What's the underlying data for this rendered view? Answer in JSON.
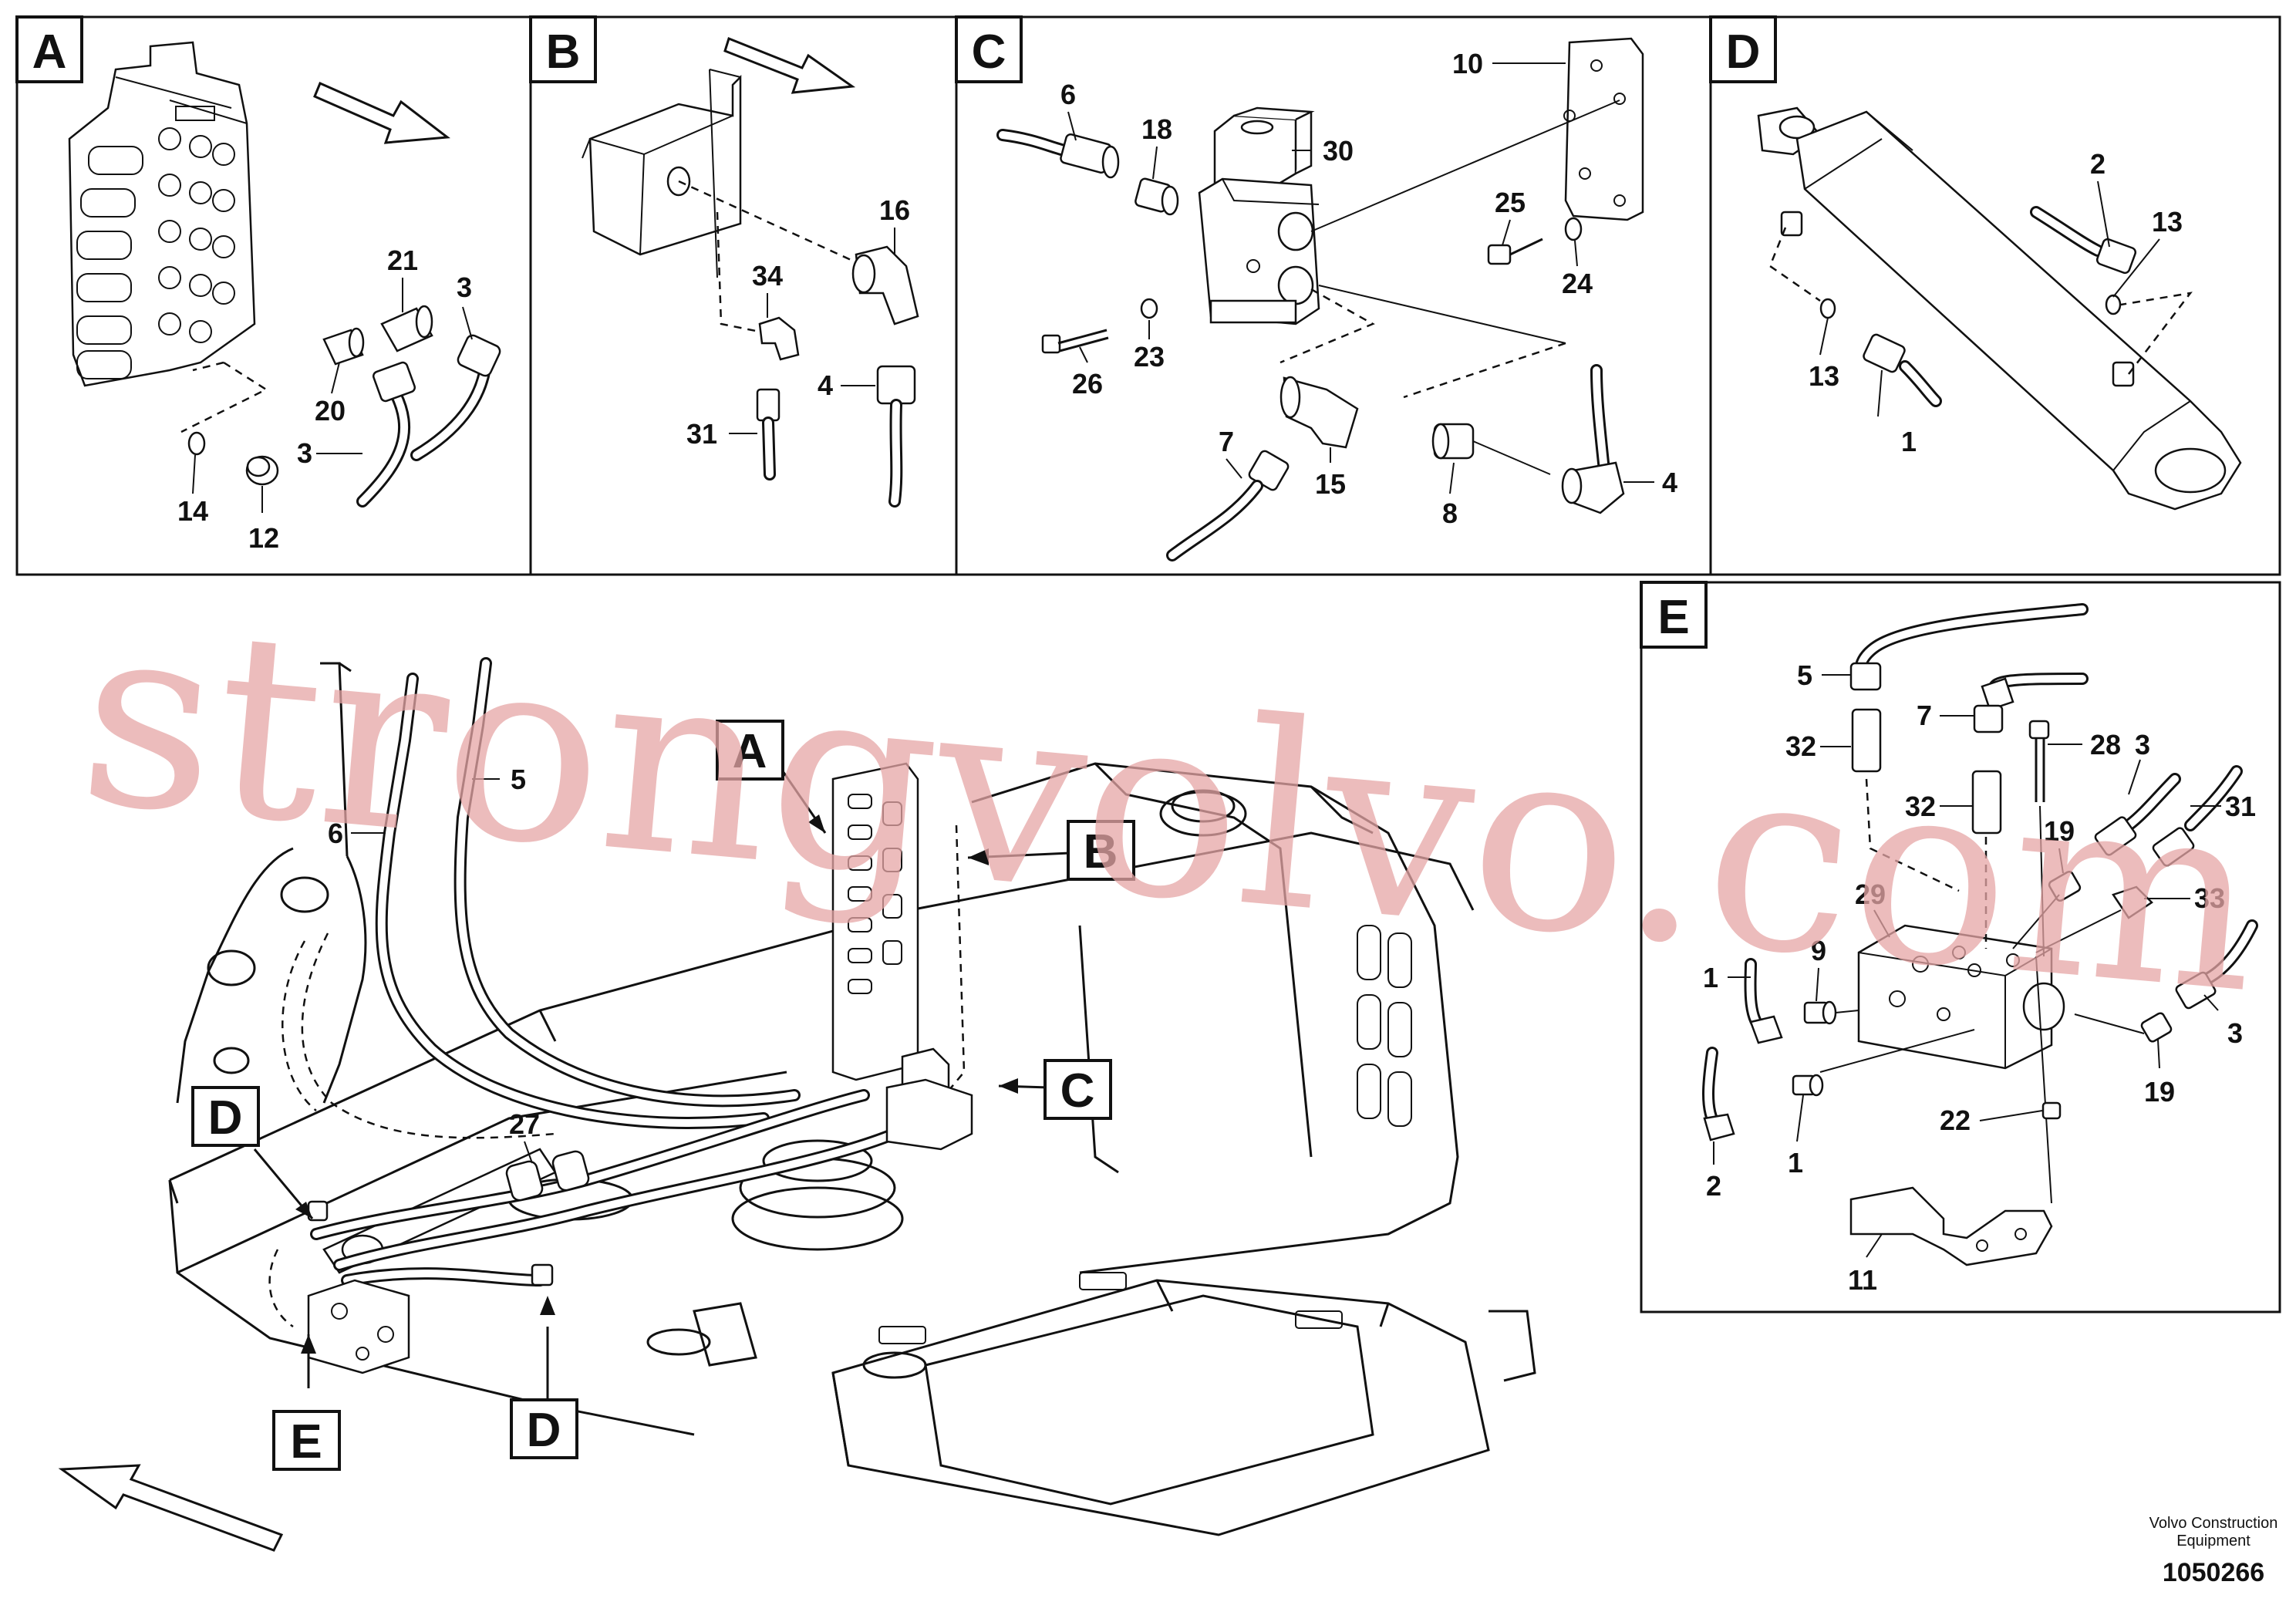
{
  "panels": {
    "A": {
      "letter": "A",
      "labels": [
        "21",
        "3",
        "20",
        "3",
        "14",
        "12"
      ]
    },
    "B": {
      "letter": "B",
      "labels": [
        "16",
        "34",
        "4",
        "31"
      ]
    },
    "C": {
      "letter": "C",
      "labels": [
        "10",
        "6",
        "18",
        "30",
        "25",
        "24",
        "23",
        "26",
        "7",
        "15",
        "8",
        "4"
      ]
    },
    "D": {
      "letter": "D",
      "labels": [
        "2",
        "13",
        "13",
        "1"
      ]
    },
    "E": {
      "letter": "E",
      "labels": [
        "5",
        "7",
        "28",
        "3",
        "32",
        "32",
        "31",
        "19",
        "33",
        "29",
        "1",
        "9",
        "3",
        "19",
        "22",
        "1",
        "2",
        "11"
      ]
    }
  },
  "overview": {
    "callouts": [
      "A",
      "B",
      "C",
      "D",
      "D",
      "E"
    ],
    "labels": [
      "5",
      "6",
      "27"
    ]
  },
  "watermark": "strongvolvo.com",
  "brand": {
    "line1": "Volvo Construction",
    "line2": "Equipment"
  },
  "document_id": "1050266"
}
